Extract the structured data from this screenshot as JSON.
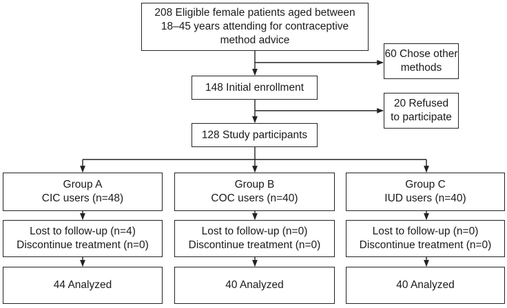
{
  "eligible": {
    "line1": "208 Eligible female patients aged between",
    "line2": "18‒45 years attending for contraceptive",
    "line3": "method advice"
  },
  "chose_other": {
    "line1": "60 Chose other",
    "line2": "methods"
  },
  "initial": {
    "label": "148 Initial enrollment"
  },
  "refused": {
    "line1": "20 Refused",
    "line2": "to participate"
  },
  "participants": {
    "label": "128 Study participants"
  },
  "groups": [
    {
      "title": "Group A",
      "users": "CIC users (n=48)",
      "lost": "Lost to follow-up (n=4)",
      "discontinue": "Discontinue treatment (n=0)",
      "analyzed": "44 Analyzed"
    },
    {
      "title": "Group B",
      "users": "COC users (n=40)",
      "lost": "Lost to follow-up (n=0)",
      "discontinue": "Discontinue treatment (n=0)",
      "analyzed": "40 Analyzed"
    },
    {
      "title": "Group C",
      "users": "IUD users (n=40)",
      "lost": "Lost to follow-up (n=0)",
      "discontinue": "Discontinue treatment (n=0)",
      "analyzed": "40 Analyzed"
    }
  ]
}
